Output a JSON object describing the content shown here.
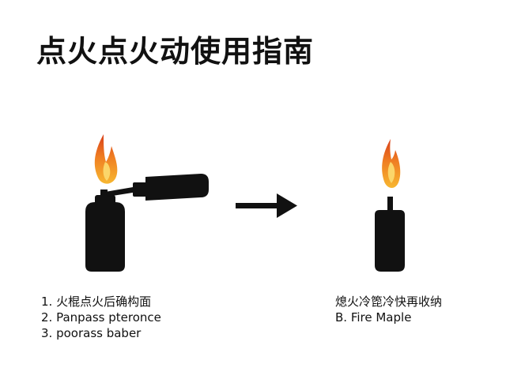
{
  "title": "点火点火动使用指南",
  "left_steps": [
    "1. 火棍点火后确构面",
    "2. Panpass pteronce",
    "3. poorass baber"
  ],
  "right_steps": [
    "熄火冷箆冷快再收纳",
    "B. Fire Maple"
  ],
  "icons": {
    "lighter": "torch-lighter-icon",
    "arrow": "arrow-right-icon",
    "candle": "candle-icon"
  },
  "colors": {
    "ink": "#111111",
    "flame_outer": "#e8561a",
    "flame_inner": "#f7b731"
  }
}
